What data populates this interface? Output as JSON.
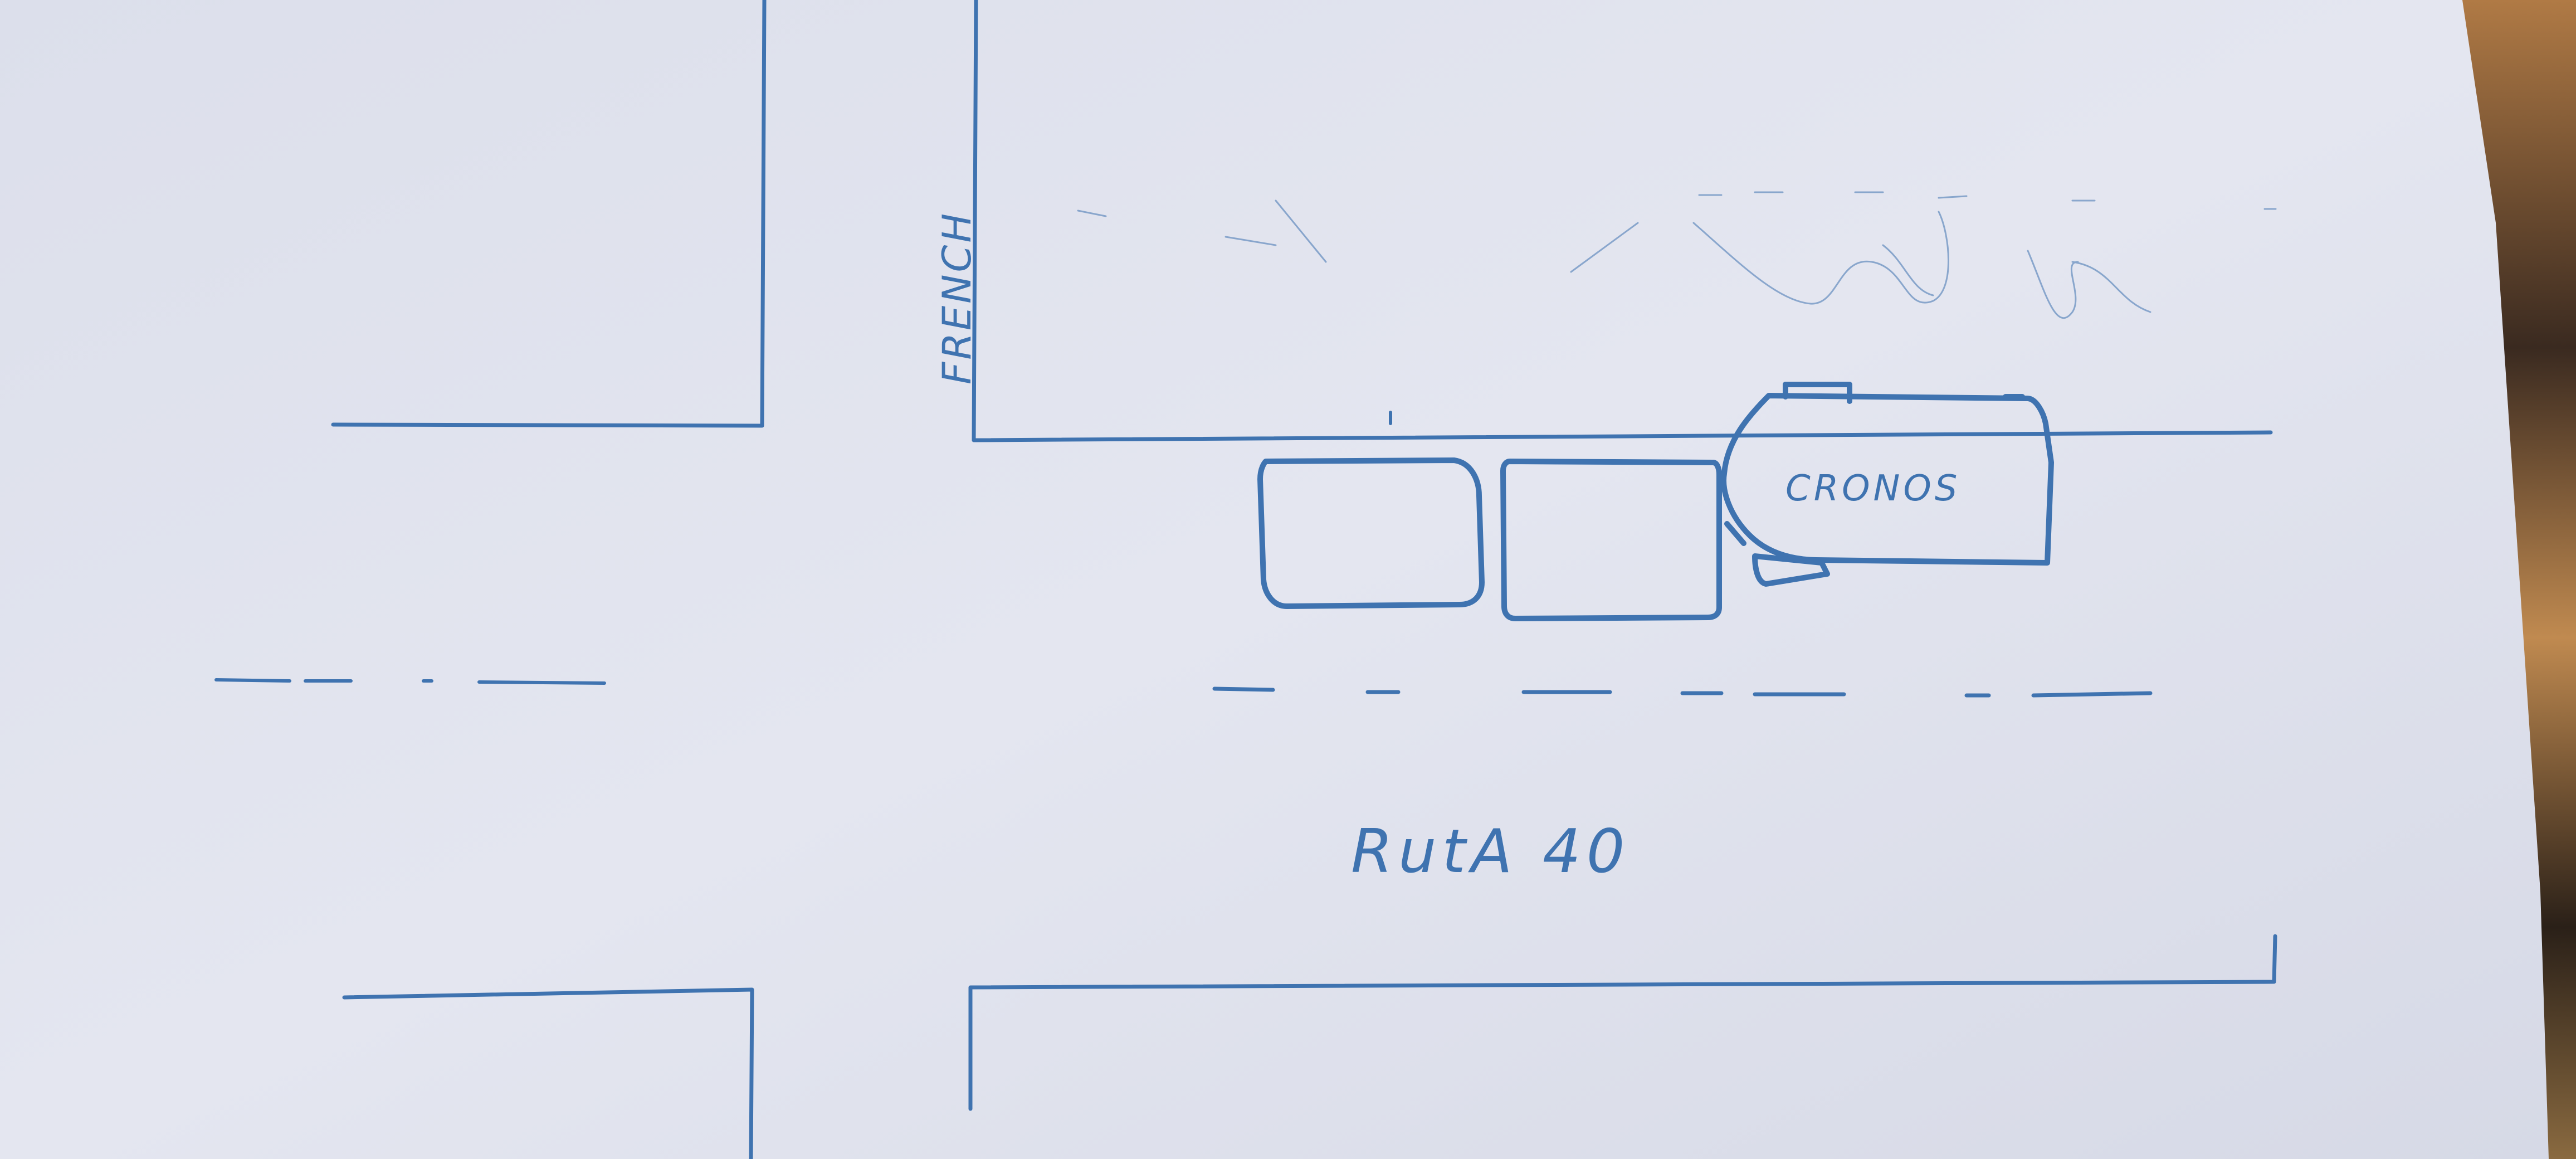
{
  "colors": {
    "paper": "#dfe2ee",
    "ink": "#3f73b0",
    "background": "#2b2420"
  },
  "labels": {
    "street_label": "FRENCH",
    "vehicle_label": "CRONOS",
    "road_label": "RutA 40"
  }
}
